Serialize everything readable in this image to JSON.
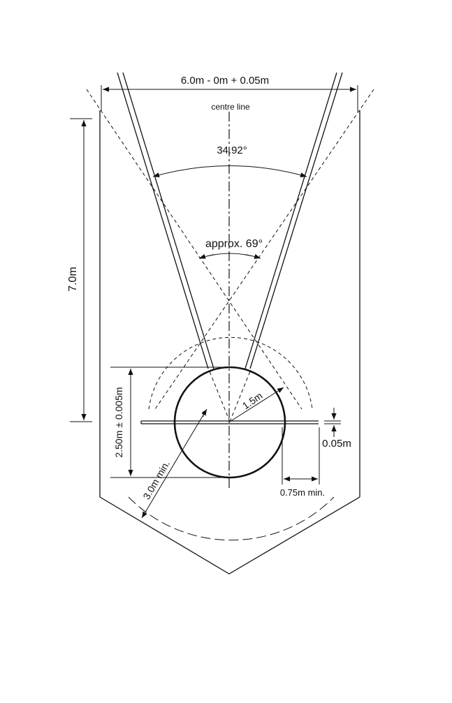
{
  "diagram": {
    "sector_width_label": "6.0m - 0m + 0.05m",
    "centre_line_label": "centre line",
    "sector_angle_label": "34.92°",
    "cage_angle_label": "approx. 69°",
    "height_label": "7.0m",
    "radius_label": "1.5m",
    "cage_depth_label": "2.50m ± 0.005m",
    "clearance_radius_label": "3.0m min.",
    "board_height_label": "0.05m",
    "side_clearance_label": "0.75m min."
  },
  "colors": {
    "ink": "#111111",
    "background": "#ffffff"
  }
}
